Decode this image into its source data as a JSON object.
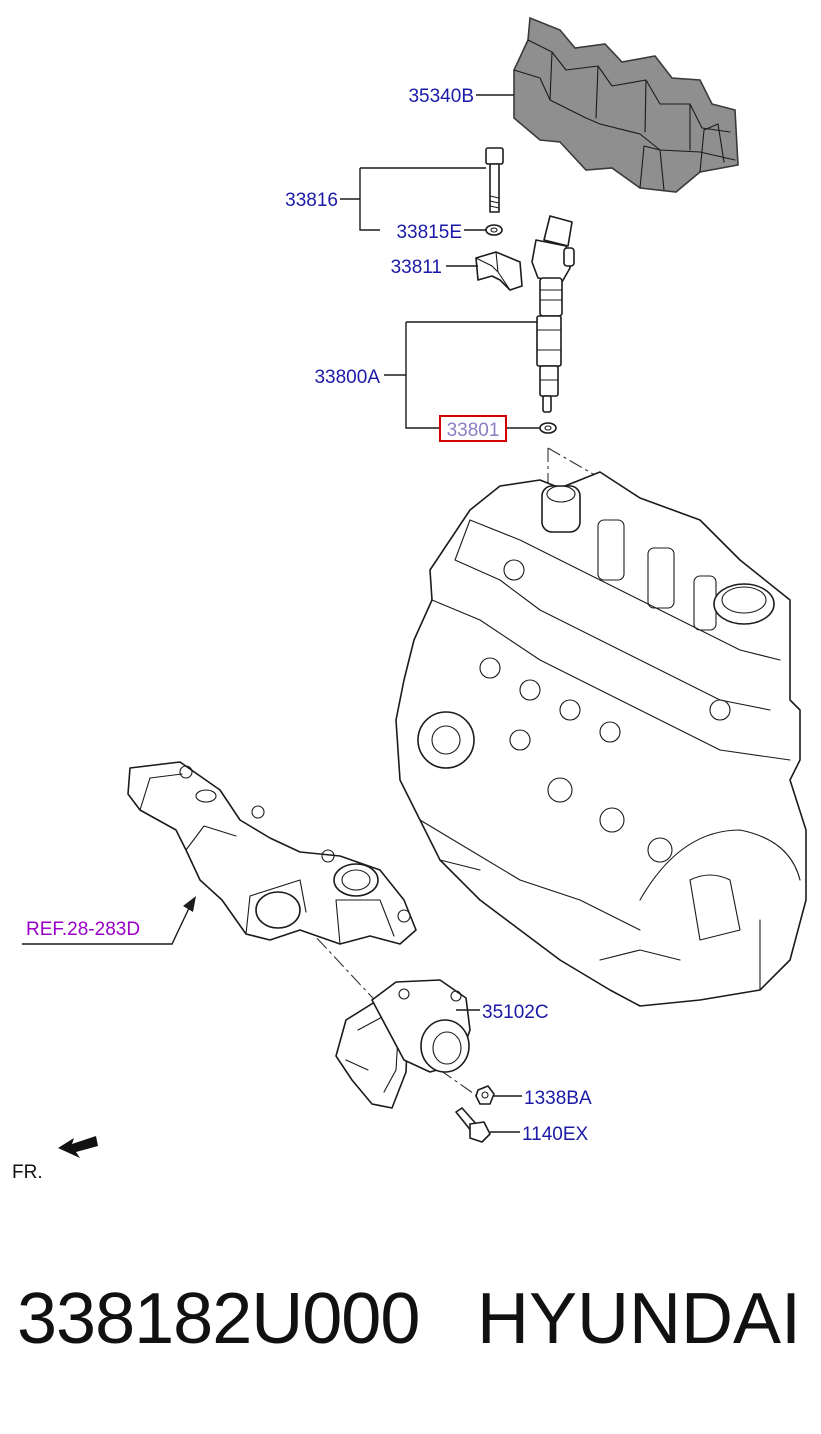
{
  "colors": {
    "label": "#1a1aa6",
    "reference": "#9a00c8",
    "highlight_box": "#d40000",
    "highlight_text": "#8a7fc4",
    "cover_fill": "#8f8f8f",
    "line": "#1b1b1b"
  },
  "labels": {
    "cover": "35340B",
    "bolt": "33816",
    "washer_bolt": "33815E",
    "clamp": "33811",
    "injector_assy": "33800A",
    "injector_washer": "33801",
    "reference": "REF.28-283D",
    "throttle_body": "35102C",
    "nut": "1338BA",
    "flange_bolt": "1140EX",
    "front_marker": "FR."
  },
  "footer": {
    "part_number": "338182U000",
    "brand": "HYUNDAI"
  },
  "icons": {
    "front_arrow": "arrow-icon"
  }
}
